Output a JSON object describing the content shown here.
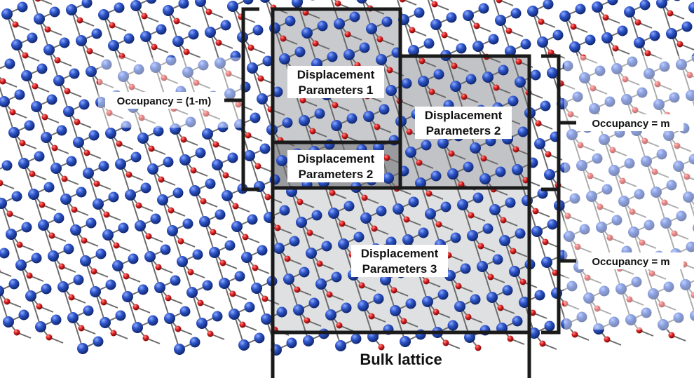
{
  "labels": {
    "box1_line1": "Displacement",
    "box1_line2": "Parameters 1",
    "box2_line1": "Displacement",
    "box2_line2": "Parameters 2",
    "box2b_line1": "Displacement",
    "box2b_line2": "Parameters 2",
    "box3_line1": "Displacement",
    "box3_line2": "Parameters 3",
    "bulk": "Bulk lattice",
    "occ_left": "Occupancy = (1-m)",
    "occ_right_top": "Occupancy = m",
    "occ_right_bottom": "Occupancy = m"
  },
  "colors": {
    "atom_blue": "#2a4fb8",
    "atom_red": "#d81e1e",
    "bond": "#6b6b6b",
    "frame": "#1a1a1a",
    "shade_box1": "#c9cacd",
    "shade_box2": "#c2c3c6",
    "shade_box2b": "#9a9b9e",
    "shade_box3": "#dfe0e2"
  }
}
